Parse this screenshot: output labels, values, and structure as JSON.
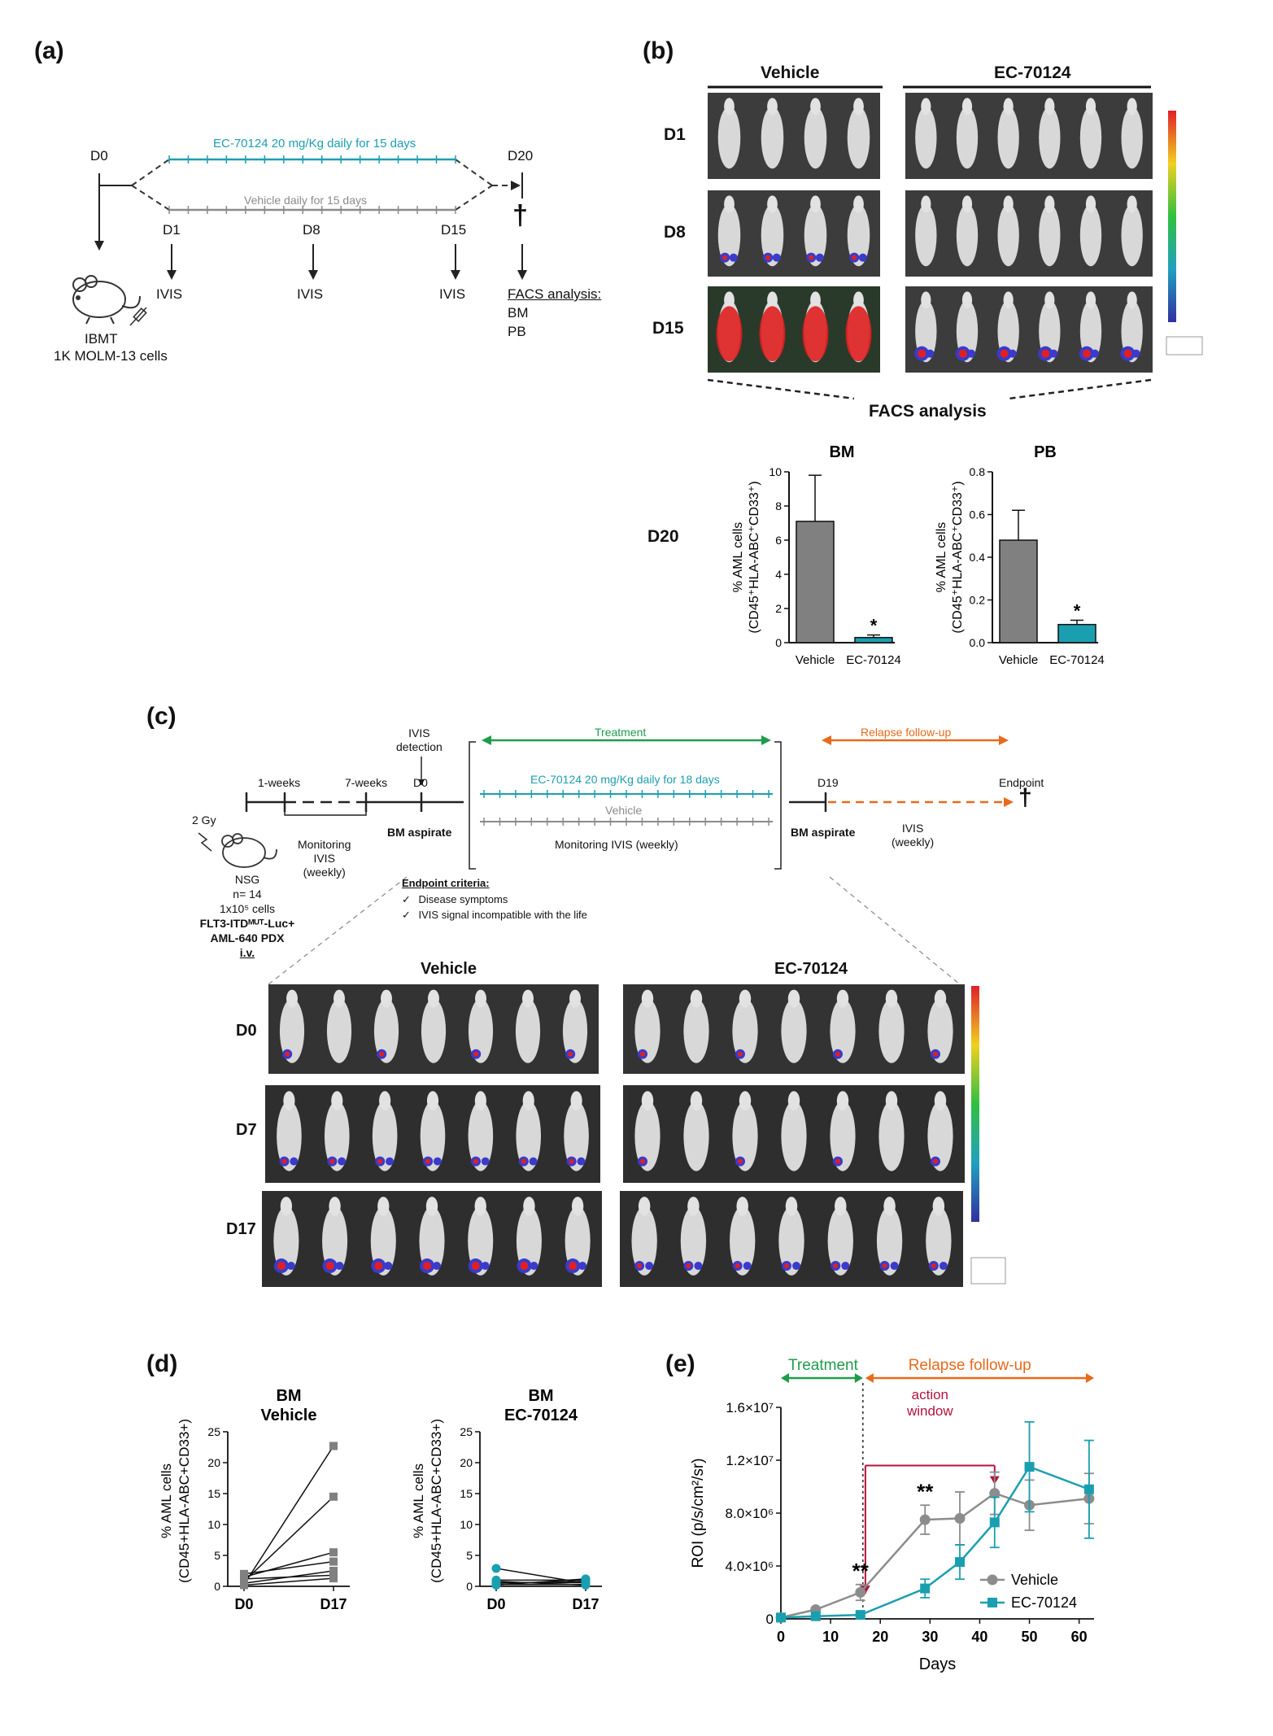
{
  "panel_labels": {
    "a": "(a)",
    "b": "(b)",
    "c": "(c)",
    "d": "(d)",
    "e": "(e)"
  },
  "colors": {
    "teal": "#1a9fb0",
    "gray": "#808080",
    "green": "#1e9c4a",
    "orange": "#e86a1a",
    "crimson": "#b5123c"
  },
  "a": {
    "d0": "D0",
    "d20": "D20",
    "treatment": "EC-70124 20 mg/Kg daily for 15 days",
    "vehicle": "Vehicle daily for 15 days",
    "days": [
      "D1",
      "D8",
      "D15"
    ],
    "ivis": "IVIS",
    "mouse_label": "IBMT",
    "cells": "1K MOLM-13 cells",
    "dagger": "†",
    "facs": "FACS  analysis:",
    "facs_items": [
      "BM",
      "PB"
    ]
  },
  "b": {
    "vehicle": "Vehicle",
    "ec": "EC-70124",
    "rows": [
      "D1",
      "D8",
      "D15"
    ],
    "facs": "FACS analysis",
    "d20": "D20"
  },
  "c": {
    "gy": "2 Gy",
    "w1": "1-weeks",
    "w7": "7-weeks",
    "ivis_det": "IVIS\ndetection",
    "d0": "D0",
    "treatment": "Treatment",
    "relapse": "Relapse follow-up",
    "ec_line": "EC-70124 20 mg/Kg daily for 18 days",
    "vehicle_line": "Vehicle",
    "monitoring_weekly": "Monitoring IVIS (weekly)",
    "d19": "D19",
    "endpoint": "Endpoint",
    "bm_aspirate": "BM aspirate",
    "ivis_weekly": "IVIS\n(weekly)",
    "monitoring": "Monitoring\nIVIS\n(weekly)",
    "nsg": [
      "NSG",
      "n= 14",
      "1x10⁵ cells",
      "FLT3-ITDᴹᵁᵀ-Luc+",
      "AML-640 PDX",
      "i.v."
    ],
    "endpoint_criteria": "Endpoint criteria:",
    "criteria": [
      "Disease symptoms",
      "IVIS signal incompatible with the life"
    ],
    "vehicle": "Vehicle",
    "ec": "EC-70124",
    "rows": [
      "D0",
      "D7",
      "D17"
    ]
  },
  "chart_data": [
    {
      "id": "b-BM",
      "type": "bar",
      "title": "BM",
      "ylabel": "% AML cells (CD45⁺HLA-ABC⁺CD33⁺)",
      "categories": [
        "Vehicle",
        "EC-70124"
      ],
      "values": [
        7.1,
        0.3
      ],
      "errors": [
        2.7,
        0.15
      ],
      "ylim": [
        0,
        10
      ],
      "yticks": [
        "0",
        "2",
        "4",
        "6",
        "8",
        "10"
      ],
      "colors": [
        "#808080",
        "#1a9fb0"
      ],
      "annotations": [
        {
          "category": "EC-70124",
          "text": "*"
        }
      ]
    },
    {
      "id": "b-PB",
      "type": "bar",
      "title": "PB",
      "ylabel": "% AML cells (CD45⁺HLA-ABC⁺CD33⁺)",
      "categories": [
        "Vehicle",
        "EC-70124"
      ],
      "values": [
        0.48,
        0.085
      ],
      "errors": [
        0.14,
        0.02
      ],
      "ylim": [
        0,
        0.8
      ],
      "yticks": [
        "0.0",
        "0.2",
        "0.4",
        "0.6",
        "0.8"
      ],
      "colors": [
        "#808080",
        "#1a9fb0"
      ],
      "annotations": [
        {
          "category": "EC-70124",
          "text": "*"
        }
      ]
    },
    {
      "id": "d-vehicle",
      "type": "line",
      "title": "BM\nVehicle",
      "ylabel": "% AML cells (CD45+HLA-ABC+CD33+)",
      "x": [
        "D0",
        "D17"
      ],
      "ylim": [
        0,
        25
      ],
      "yticks": [
        "0",
        "5",
        "10",
        "15",
        "20",
        "25"
      ],
      "color": "#808080",
      "series": [
        {
          "values": [
            0.3,
            22.7
          ]
        },
        {
          "values": [
            0.8,
            14.5
          ]
        },
        {
          "values": [
            1.5,
            5.5
          ]
        },
        {
          "values": [
            2.0,
            4.0
          ]
        },
        {
          "values": [
            0.5,
            2.5
          ]
        },
        {
          "values": [
            1.2,
            1.8
          ]
        },
        {
          "values": [
            0.2,
            1.3
          ]
        }
      ]
    },
    {
      "id": "d-ec",
      "type": "line",
      "title": "BM\nEC-70124",
      "ylabel": "% AML cells (CD45+HLA-ABC+CD33+)",
      "x": [
        "D0",
        "D17"
      ],
      "ylim": [
        0,
        25
      ],
      "yticks": [
        "0",
        "5",
        "10",
        "15",
        "20",
        "25"
      ],
      "color": "#1a9fb0",
      "series": [
        {
          "values": [
            2.9,
            0.5
          ]
        },
        {
          "values": [
            1.0,
            1.0
          ]
        },
        {
          "values": [
            0.5,
            0.8
          ]
        },
        {
          "values": [
            0.3,
            0.3
          ]
        },
        {
          "values": [
            0.8,
            0.2
          ]
        },
        {
          "values": [
            0.2,
            1.2
          ]
        },
        {
          "values": [
            0.6,
            0.6
          ]
        }
      ]
    },
    {
      "id": "e",
      "type": "line",
      "xlabel": "Days",
      "ylabel": "ROI (p/s/cm²/sr)",
      "xlim": [
        0,
        63
      ],
      "ylim": [
        0,
        16000000
      ],
      "xticks": [
        "0",
        "10",
        "20",
        "30",
        "40",
        "50",
        "60"
      ],
      "yticks": [
        "0",
        "4.0×10⁶",
        "8.0×10⁶",
        "1.2×10⁷",
        "1.6×10⁷"
      ],
      "series": [
        {
          "name": "Vehicle",
          "color": "#8c8c8c",
          "marker": "circle",
          "x": [
            0,
            7,
            16,
            29,
            36,
            43,
            50,
            62
          ],
          "y": [
            100000,
            700000,
            2000000,
            7500000,
            7600000,
            9500000,
            8600000,
            9100000
          ],
          "err": [
            50000,
            150000,
            600000,
            1100000,
            2000000,
            1600000,
            1900000,
            1900000
          ]
        },
        {
          "name": "EC-70124",
          "color": "#1a9fb0",
          "marker": "square",
          "x": [
            0,
            7,
            16,
            29,
            36,
            43,
            50,
            62
          ],
          "y": [
            100000,
            200000,
            300000,
            2300000,
            4300000,
            7300000,
            11500000,
            9800000
          ],
          "err": [
            50000,
            80000,
            100000,
            700000,
            1300000,
            1900000,
            3400000,
            3700000
          ]
        }
      ],
      "annotations": [
        {
          "x": 16,
          "text": "**"
        },
        {
          "x": 29,
          "text": "**"
        }
      ],
      "phases": {
        "treatment": "Treatment",
        "relapse": "Relapse follow-up",
        "window": "action\nwindow"
      }
    }
  ]
}
